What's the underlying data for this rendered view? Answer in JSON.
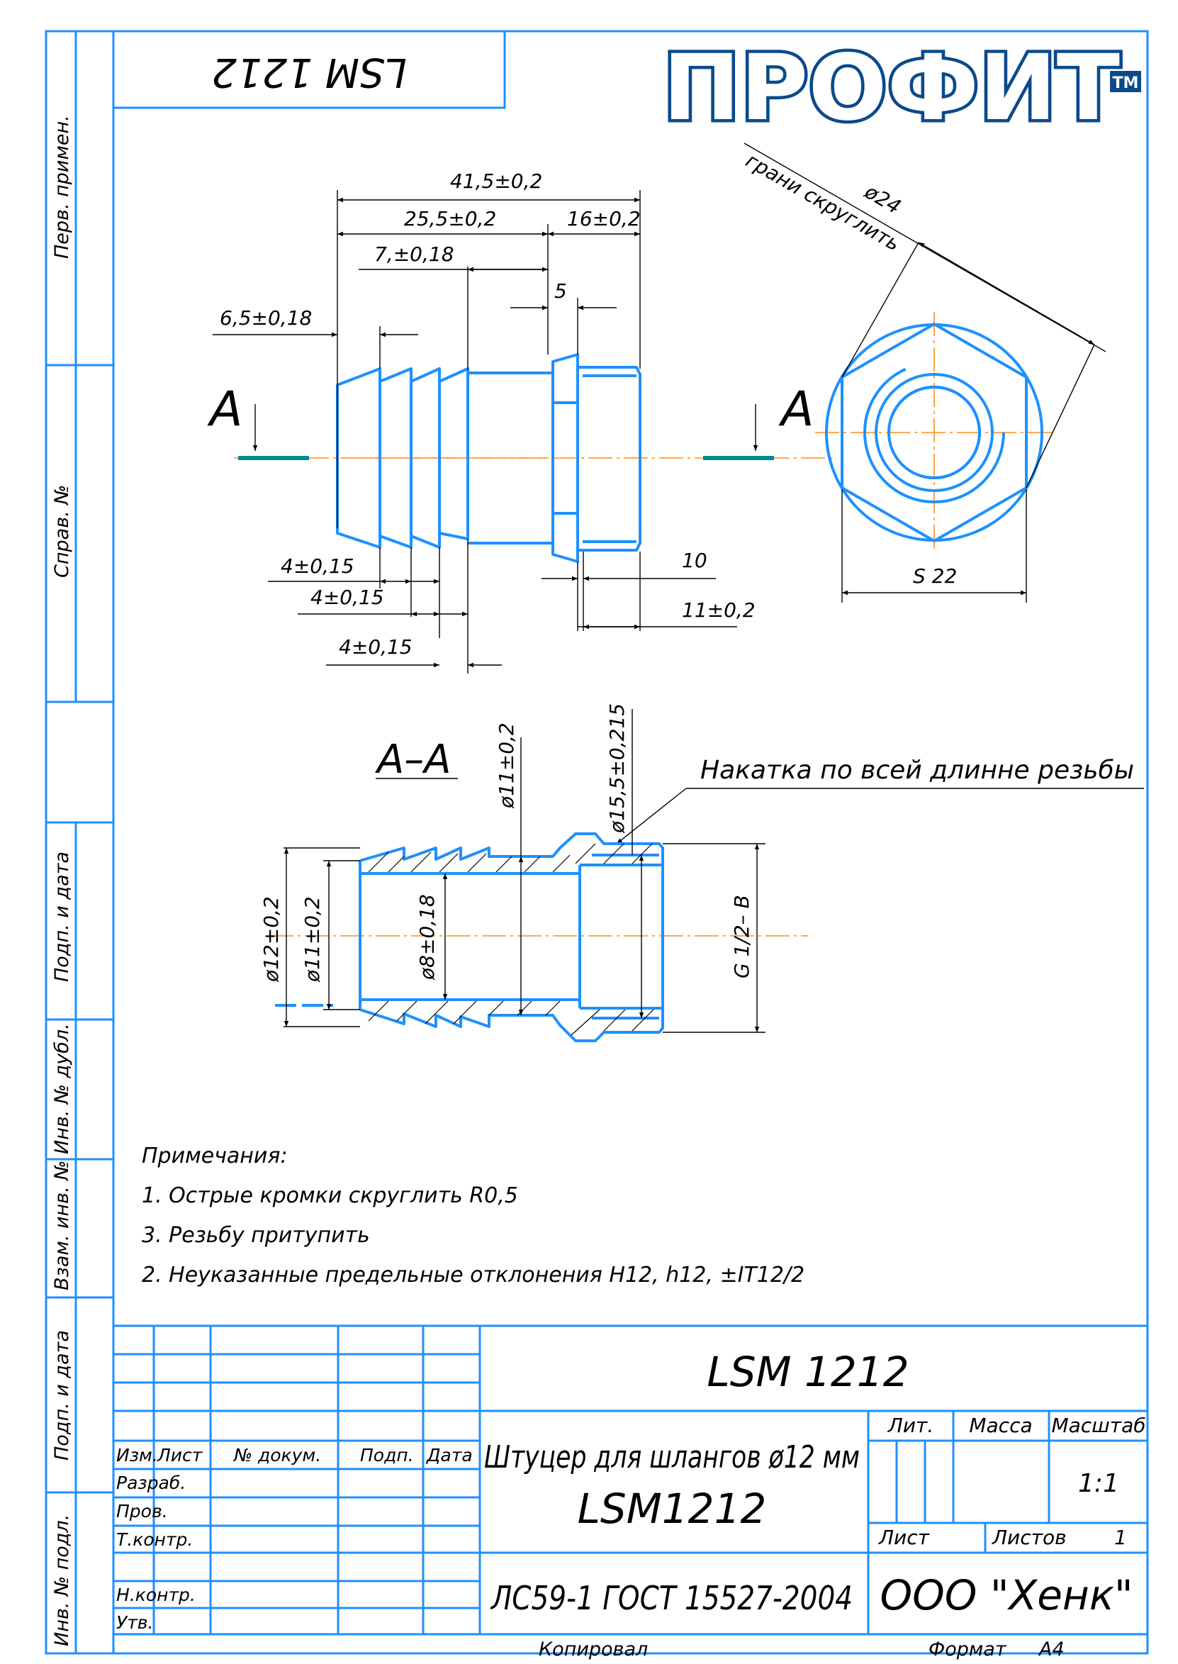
{
  "mirrored_code": "LSM 1212",
  "logo": {
    "text": "ПРОФИТ",
    "tm": "TM",
    "color": "#0a4a8c"
  },
  "side_labels": {
    "perv_primen": "Перв. примен.",
    "sprav_no": "Справ. №",
    "podp_data_1": "Подп. и дата",
    "inv_dubl": "Инв. № дубл.",
    "vzam_inv": "Взам. инв. №",
    "podp_data_2": "Подп. и дата",
    "inv_podl": "Инв. № подл."
  },
  "dims_front": {
    "overall": "41,5±0,2",
    "d25": "25,5±0,2",
    "d16": "16±0,2",
    "d7": "7,±0,18",
    "d5": "5",
    "d65": "6,5±0,18",
    "d4a": "4±0,15",
    "d4b": "4±0,15",
    "d4c": "4±0,15",
    "d10": "10",
    "d11": "11±0,2"
  },
  "hex_view": {
    "note": "грани скруглить",
    "dia": "ø24",
    "s": "S 22"
  },
  "section": {
    "marker": "A",
    "title": "A–A",
    "knurl_note": "Накатка по всей длинне резьбы",
    "d_ext": "ø12±0,2",
    "d_11a": "ø11±0,2",
    "d_in": "ø8±0,18",
    "d_11b": "ø11±0,2",
    "d_155": "ø15,5±0,215",
    "thread": "G 1/2– B"
  },
  "notes": {
    "title": "Примечания:",
    "items": [
      "1. Острые кромки скруглить R0,5",
      "3. Резьбу притупить",
      "2. Неуказанные предельные отклонения H12, h12, ±IT12/2"
    ]
  },
  "title_block": {
    "designation": "LSM 1212",
    "name_line1": "Штуцер для шлангов ø12 мм",
    "name_line2": "LSM1212",
    "material": "ЛС59-1 ГОСТ 15527-2004",
    "company": "ООО \"Хенк\"",
    "lit": "Лит.",
    "massa": "Масса",
    "masshtab": "Масштаб",
    "scale": "1:1",
    "list": "Лист",
    "listov": "Листов",
    "listov_val": "1",
    "col_izm": "Изм.",
    "col_list": "Лист",
    "col_doc": "№ докум.",
    "col_podp": "Подп.",
    "col_data": "Дата",
    "row_razrab": "Разраб.",
    "row_prov": "Пров.",
    "row_tkontr": "Т.контр.",
    "row_nkontr": "Н.контр.",
    "row_utv": "Утв."
  },
  "footer": {
    "kopiroval": "Копировал",
    "format": "Формат",
    "format_val": "А4"
  }
}
